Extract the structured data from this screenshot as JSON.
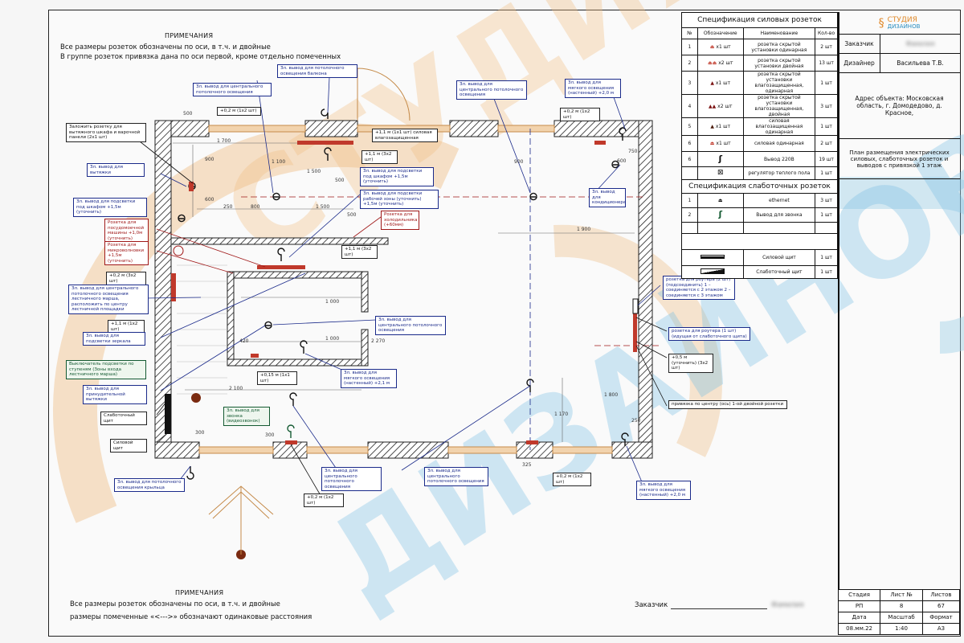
{
  "notes_top": {
    "title": "ПРИМЕЧАНИЯ",
    "lines": [
      "Все размеры розеток обозначены по оси, в т.ч. и двойные",
      "В группе розеток привязка дана по оси первой, кроме отдельно помеченных"
    ]
  },
  "notes_bottom": {
    "title": "ПРИМЕЧАНИЯ",
    "lines": [
      "Все размеры розеток обозначены по оси, в т.ч. и двойные",
      "размеры помеченные «<--->» обозначают одинаковые расстояния"
    ]
  },
  "customer_sign": {
    "label": "Заказчик",
    "value": "Фамилия"
  },
  "watermark": {
    "line1": "СТУДИЯ",
    "line2": "ДИЗАЙНОВ"
  },
  "spec_power": {
    "title": "Спецификация силовых розеток",
    "headers": [
      "№",
      "Обозначение",
      "Наименование",
      "Кол-во"
    ],
    "rows": [
      {
        "n": "1",
        "sym": "x1 шт",
        "name": "розетка скрытой установки одинарная",
        "qty": "2 шт"
      },
      {
        "n": "2",
        "sym": "x2 шт",
        "name": "розетка скрытой установки двойная",
        "qty": "13 шт"
      },
      {
        "n": "3",
        "sym": "x1 шт",
        "name": "розетка скрытой установки влагозащищенная, одинарная",
        "qty": "1 шт"
      },
      {
        "n": "4",
        "sym": "x2 шт",
        "name": "розетка скрытой установки влагозащищенная, двойная",
        "qty": "3 шт"
      },
      {
        "n": "5",
        "sym": "x1 шт",
        "name": "силовая влагозащищенная одинарная",
        "qty": "1 шт"
      },
      {
        "n": "6",
        "sym": "x1 шт",
        "name": "силовая одинарная",
        "qty": "2 шт"
      },
      {
        "n": "6",
        "sym": "",
        "name": "Вывод 220В",
        "qty": "19 шт"
      },
      {
        "n": "",
        "sym": "",
        "name": "регулятор теплого пола",
        "qty": "1 шт"
      }
    ]
  },
  "spec_low": {
    "title": "Спецификация слаботочных розеток",
    "rows": [
      {
        "n": "1",
        "name": "ethernet",
        "qty": "3 шт"
      },
      {
        "n": "2",
        "name": "Вывод для звонка",
        "qty": "1 шт"
      }
    ],
    "panels": [
      {
        "name": "Силовой щит",
        "qty": "1 шт"
      },
      {
        "name": "Слаботочный щит",
        "qty": "1 шт"
      }
    ]
  },
  "title_block": {
    "logo_line1": "СТУДИЯ",
    "logo_line2": "ДИЗАЙНОВ",
    "customer_label": "Заказчик",
    "customer_value": "Фамилия",
    "designer_label": "Дизайнер",
    "designer_value": "Васильева Т.В.",
    "address": "Адрес объекта: Московская область, г. Домодедово, д. Красное,",
    "sheet_title": "План размещения электрических силовых, слаботочных розеток и выводов с привязкой 1 этаж",
    "stage_label": "Стадия",
    "sheet_no_label": "Лист №",
    "sheets_label": "Листов",
    "stage": "РП",
    "sheet_no": "8",
    "sheets": "67",
    "date_label": "Дата",
    "scale_label": "Масштаб",
    "format_label": "Формат",
    "date": "08.мм.22",
    "scale": "1:40",
    "format": "А3"
  },
  "callouts": [
    "Зл. вывод для центрального потолочного освещения",
    "Зл. вывод для потолочного освещения балкона",
    "+0,2 м (1x2 шт)",
    "+1,1 м (1x1 шт) силовая влагозащищенная",
    "+1,1 м (3x2 шт)",
    "Зл. вывод для подсветки под шкафом +1,5м (уточнить)",
    "Зл. вывод для подсветки рабочей зоны (уточнить) +1,5м (уточнить)",
    "Розетка для холодильника (+60мм)",
    "+1,1 м (3x2 шт)",
    "Зл. вывод для центрального потолочного освещения",
    "Зл. вывод для мягкого освещения (настенный) +2,0 м",
    "+0,2 м (1x2 шт)",
    "Зл. вывод для кондиционера",
    "Заложить розетку для вытяжного шкафа и варочной панели (2x1 шт)",
    "Зл. вывод для вытяжки",
    "Зл. вывод для подсветки под шкафом +1,5м (уточнить)",
    "Розетка для посудомоечной машины +1,0м (уточнить)",
    "Розетка для микроволновки +1,5м (уточнить)",
    "+0,2 м (3x2 шт)",
    "Зл. вывод для центрального потолочного освещения лестничного марша, расположить по центру лестничной площадки",
    "+1,1 м (1x2 шт)",
    "Зл. вывод для подсветки зеркала",
    "Выключатель подсветки по ступеням (Зоны входа лестничного марша)",
    "Зл. вывод для принудительной вытяжки",
    "Слаботочный щит",
    "Силовой щит",
    "Зл. вывод для потолочного освещения крыльца",
    "Зл. вывод для звонка (видеозвонок)",
    "+0,2 м (1x2 шт)",
    "Зл. вывод для центрального потолочного освещения",
    "Зл. вывод для центрального потолочного освещения",
    "+0,2 м (1x2 шт)",
    "Зл. вывод для мягкого освещения (настенный) +2,0 м",
    "Зл. вывод для центрального потолочного освещения",
    "+0,15 м (1x1 шт)",
    "Зл. вывод для мягкого освещения (настенный) +2,1 м",
    "розетка для роутера (2 шт) (подсоединить) 1 – соединяется с 2 этажом 2 – соединяется с 3 этажом",
    "розетка для роутера (1 шт) (идущая от слаботочного щита)",
    "+0,5 м (уточнить) (3x2 шт)",
    "привязка по центру (ось) 1-ой двойной розетки"
  ],
  "dims": [
    "500",
    "1 700",
    "900",
    "600",
    "250",
    "800",
    "1 500",
    "500",
    "1 900",
    "750",
    "600",
    "1 500",
    "900",
    "500",
    "1 000",
    "1 000",
    "420",
    "2 270",
    "2 100",
    "300",
    "300",
    "325",
    "250",
    "1 800",
    "1 170",
    "1 100"
  ]
}
